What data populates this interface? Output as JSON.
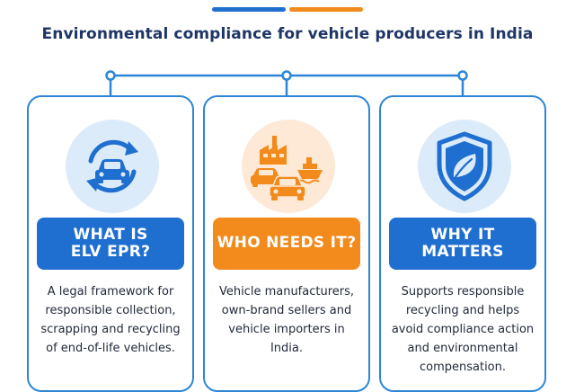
{
  "header": {
    "title": "Environmental compliance for vehicle producers in India"
  },
  "colors": {
    "primary_blue": "#1f6fd1",
    "accent_orange": "#f28a1c",
    "border_blue": "#2c86d6",
    "title_navy": "#1e3566"
  },
  "cards": [
    {
      "label": "WHAT IS ELV EPR?",
      "color": "blue",
      "icon": "car-recycle-icon",
      "description": "A legal framework for responsible collection, scrapping and recycling of end-of-life vehicles."
    },
    {
      "label": "WHO NEEDS IT?",
      "color": "orange",
      "icon": "factory-vehicles-ship-icon",
      "description": "Vehicle manufacturers, own-brand sellers and vehicle importers in India."
    },
    {
      "label": "WHY IT MATTERS",
      "color": "blue",
      "icon": "shield-leaf-icon",
      "description": "Supports responsible recycling and helps avoid compliance action and environmental compensation."
    }
  ]
}
